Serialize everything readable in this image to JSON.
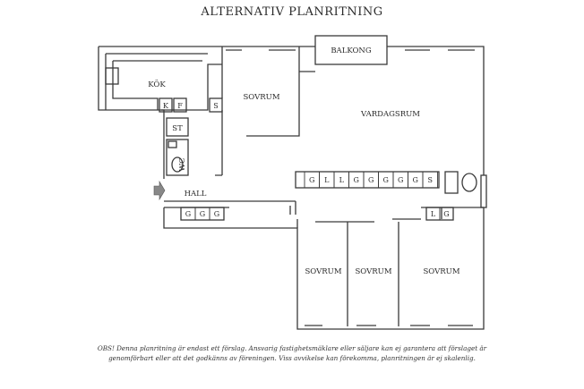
{
  "title": "ALTERNATIV PLANRITNING",
  "rooms": {
    "kitchen": "KÖK",
    "balcony": "BALKONG",
    "bedroom1": "SOVRUM",
    "living": "VARDAGSRUM",
    "closet": "ST",
    "wc": "WC",
    "hall": "HALL",
    "bedroom2": "SOVRUM",
    "bedroom3": "SOVRUM",
    "bedroom4": "SOVRUM"
  },
  "fixtures": {
    "fridge": "K",
    "freezer": "F",
    "storage_s": "S",
    "hall_wardrobes": [
      "G",
      "G",
      "G"
    ],
    "corridor_wardrobes": [
      "G",
      "L",
      "L",
      "G",
      "G",
      "G",
      "G",
      "G",
      "S"
    ],
    "bath_shelves": [
      "L",
      "G"
    ]
  },
  "note": "OBS! Denna planritning är endast ett förslag. Ansvarig fastighetsmäklare eller säljare kan ej garantera att förslaget är genomförbart eller att det godkänns av föreningen. Viss avvikelse kan förekomma, planritningen är ej skalenlig."
}
